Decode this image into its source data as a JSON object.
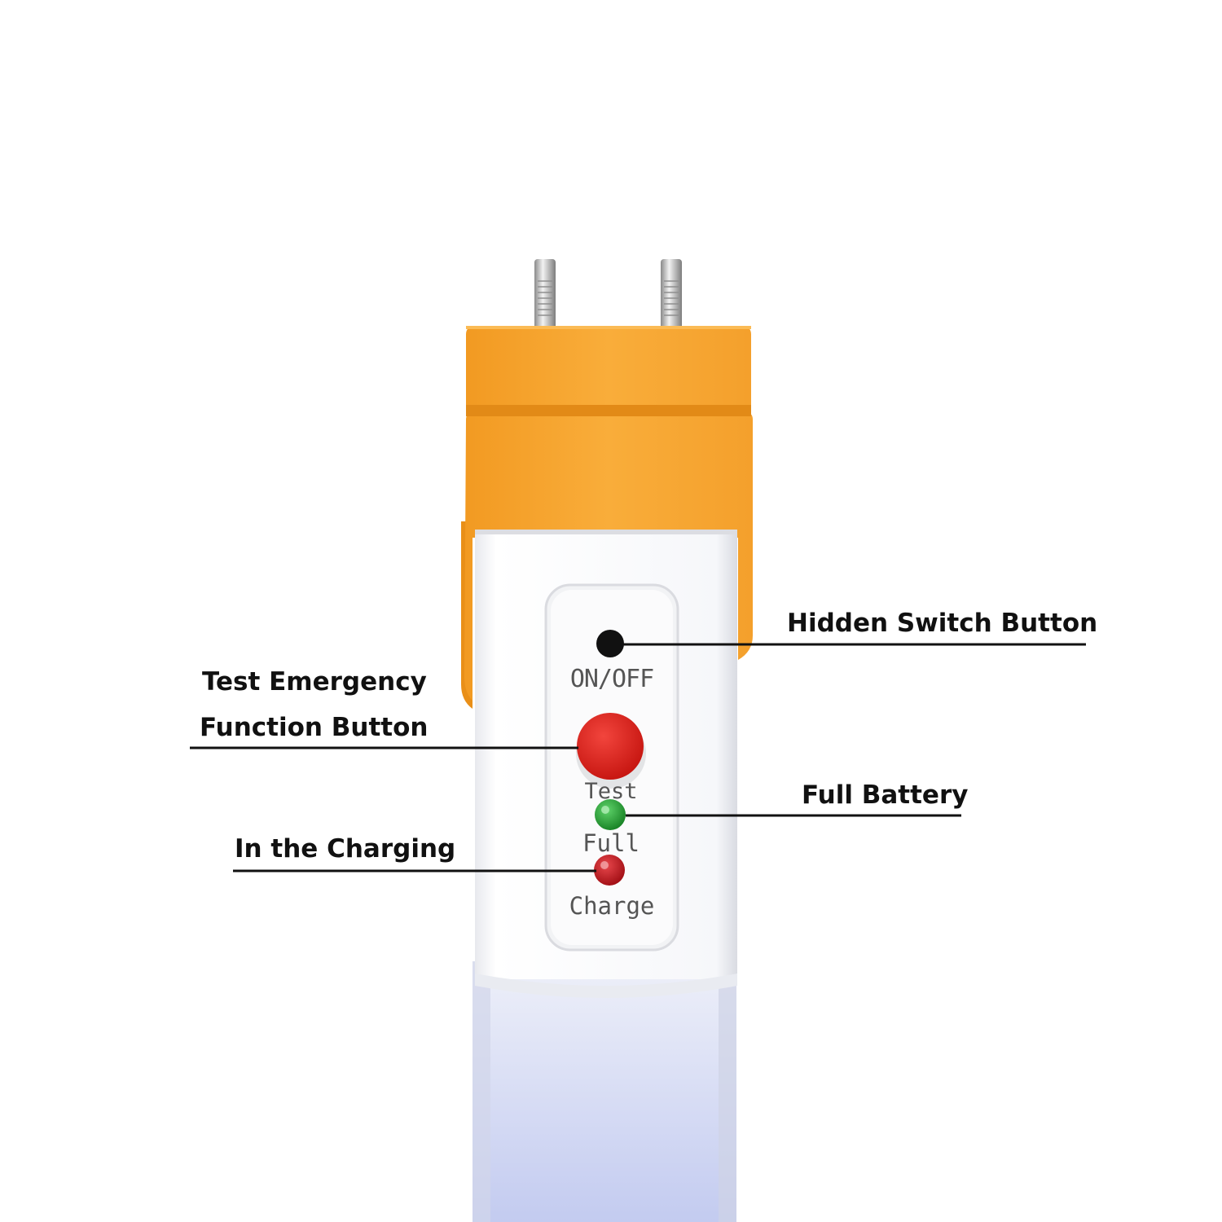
{
  "product": {
    "name": "LED emergency tube end cap",
    "colors": {
      "cap": "#f7a934",
      "cap_shadow": "#e48f1a",
      "body": "#f4f5f7",
      "tube_glow": "#c9d0f1",
      "pin": "#c9c9c9",
      "test_button": "#e0201b",
      "full_led": "#1f9a2c",
      "charge_led": "#c8121a",
      "switch_hole": "#111111",
      "panel_text": "#555555"
    }
  },
  "panel": {
    "switch_label": "ON/OFF",
    "test_label": "Test",
    "full_label": "Full",
    "charge_label": "Charge"
  },
  "callouts": {
    "hidden_switch": "Hidden Switch Button",
    "test_line1": "Test Emergency",
    "test_line2": "Function Button",
    "full_battery": "Full Battery",
    "charging": "In the Charging"
  }
}
